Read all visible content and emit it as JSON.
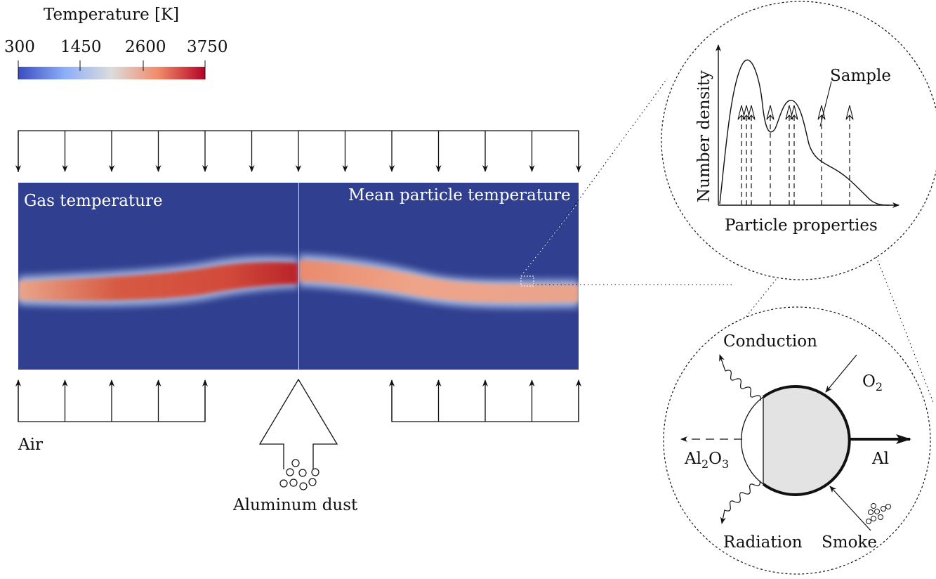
{
  "colorbar": {
    "title": "Temperature [K]",
    "ticks": [
      "300",
      "1450",
      "2600",
      "3750"
    ],
    "colors": [
      "#3b4cc0",
      "#aac7fd",
      "#dddddd",
      "#f5a081",
      "#b40426"
    ]
  },
  "field": {
    "gas_label": "Gas temperature",
    "particle_label": "Mean particle temperature",
    "background_color": "#303f8f"
  },
  "inflow": {
    "air_label": "Air",
    "dust_label": "Aluminum dust"
  },
  "pdf_inset": {
    "y_label": "Number density",
    "x_label": "Particle properties",
    "sample_label": "Sample"
  },
  "particle_inset": {
    "conduction": "Conduction",
    "o2_main": "O",
    "o2_sub": "2",
    "al": "Al",
    "al2o3_a": "Al",
    "al2o3_sub1": "2",
    "al2o3_b": "O",
    "al2o3_sub2": "3",
    "radiation": "Radiation",
    "smoke": "Smoke"
  }
}
